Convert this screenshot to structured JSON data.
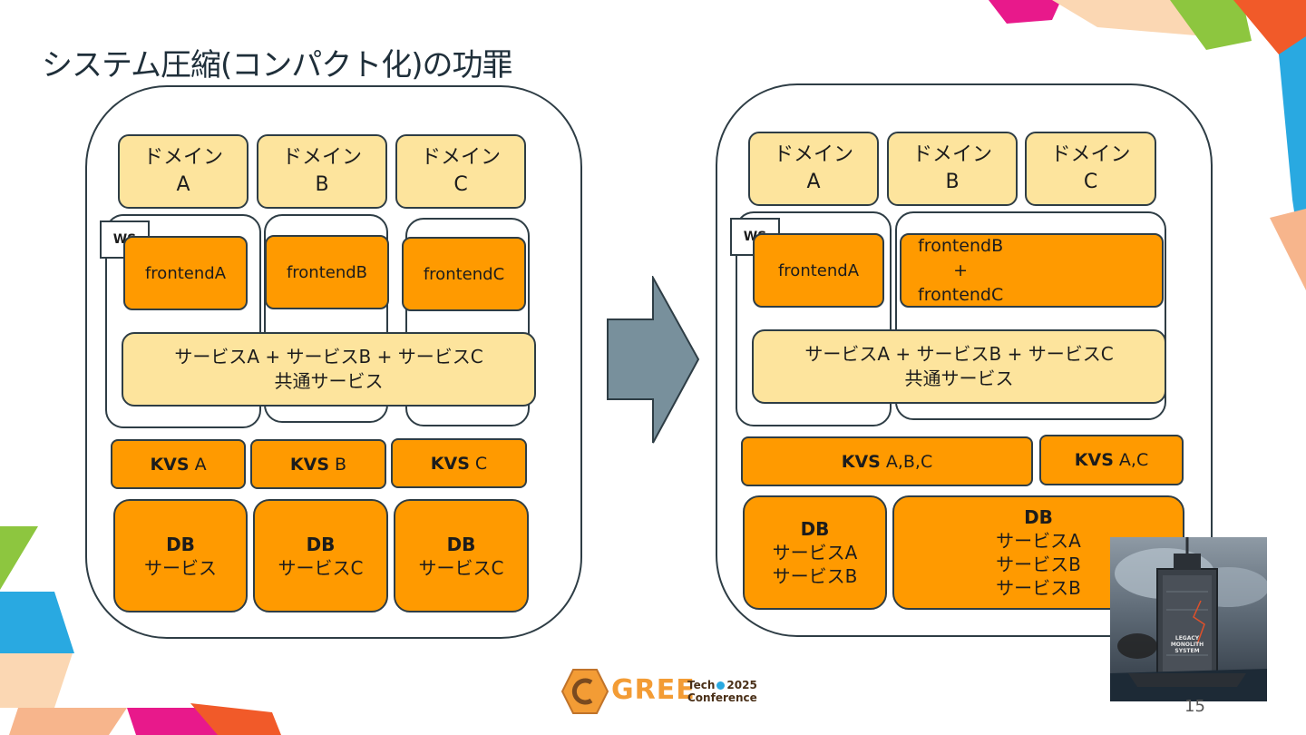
{
  "slide": {
    "title": "システム圧縮(コンパクト化)の功罪",
    "page_number": "15"
  },
  "before": {
    "domains": [
      {
        "line1": "ドメイン",
        "line2": "A"
      },
      {
        "line1": "ドメイン",
        "line2": "B"
      },
      {
        "line1": "ドメイン",
        "line2": "C"
      }
    ],
    "ws_label": "WS",
    "frontends": [
      "frontendA",
      "frontendB",
      "frontendC"
    ],
    "service": {
      "line1": "サービスA + サービスB + サービスC",
      "line2": "共通サービス"
    },
    "kvs": [
      {
        "bold": "KVS",
        "suffix": "A"
      },
      {
        "bold": "KVS",
        "suffix": "B"
      },
      {
        "bold": "KVS",
        "suffix": "C"
      }
    ],
    "db": [
      {
        "bold": "DB",
        "lines": [
          "サービス"
        ]
      },
      {
        "bold": "DB",
        "lines": [
          "サービスC"
        ]
      },
      {
        "bold": "DB",
        "lines": [
          "サービスC"
        ]
      }
    ]
  },
  "after": {
    "domains": [
      {
        "line1": "ドメイン",
        "line2": "A"
      },
      {
        "line1": "ドメイン",
        "line2": "B"
      },
      {
        "line1": "ドメイン",
        "line2": "C"
      }
    ],
    "ws_label": "WS",
    "frontend_a": "frontendA",
    "frontend_bc": {
      "line1": "frontendB",
      "line2": "+",
      "line3": "frontendC"
    },
    "service": {
      "line1": "サービスA + サービスB + サービスC",
      "line2": "共通サービス"
    },
    "kvs": [
      {
        "bold": "KVS",
        "suffix": "A,B,C"
      },
      {
        "bold": "KVS",
        "suffix": "A,C"
      }
    ],
    "db": [
      {
        "bold": "DB",
        "lines": [
          "サービスA",
          "サービスB"
        ]
      },
      {
        "bold": "DB",
        "lines": [
          "サービスA",
          "サービスB",
          "サービスB"
        ]
      }
    ]
  },
  "illustration": {
    "caption_line1": "LEGACY",
    "caption_line2": "MONOLITH",
    "caption_line3": "SYSTEM"
  },
  "footer_logo": {
    "brand": "GREE",
    "line1": "Tech",
    "year": "2025",
    "line2": "Conference"
  },
  "colors": {
    "orange": "#ff9a00",
    "yellow": "#fde49d",
    "border": "#2e3d45",
    "arrow": "#78909c"
  }
}
